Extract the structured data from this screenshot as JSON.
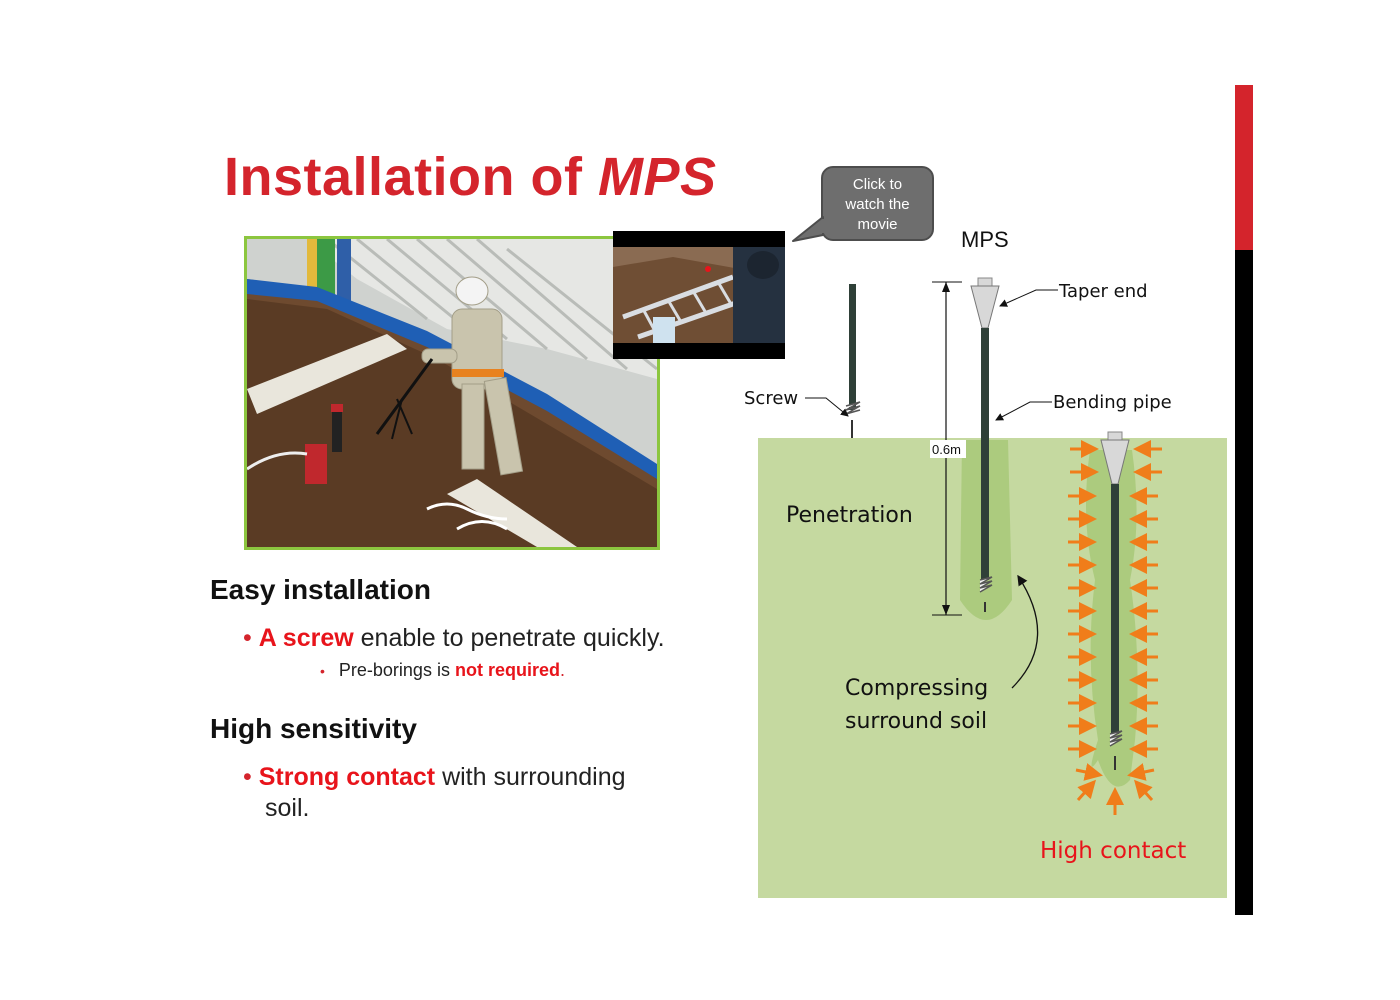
{
  "title": {
    "prefix": "Installation of ",
    "emphasis": "MPS"
  },
  "callout": {
    "line1": "Click to",
    "line2": "watch the",
    "line3": "movie"
  },
  "sections": [
    {
      "heading": "Easy installation",
      "bullet": {
        "highlight": "A screw",
        "rest": " enable to penetrate quickly."
      },
      "sub_bullet": {
        "text": "Pre-borings is ",
        "highlight": "not required",
        "tail": "."
      }
    },
    {
      "heading": "High sensitivity",
      "bullet": {
        "highlight": "Strong contact",
        "rest": " with surrounding",
        "line2": "soil."
      }
    }
  ],
  "diagram": {
    "mps_label": "MPS",
    "taper_end": "Taper end",
    "bending_pipe": "Bending pipe",
    "screw": "Screw",
    "depth": "0.6m",
    "penetration": "Penetration",
    "compress_line1": "Compressing",
    "compress_line2": "surround soil",
    "high_contact": "High contact",
    "colors": {
      "soil": "#c5d9a0",
      "accent": "#e8141b",
      "arrow": "#f07d1a",
      "pipe": "#2f4038"
    }
  },
  "bullet_marker": "•"
}
